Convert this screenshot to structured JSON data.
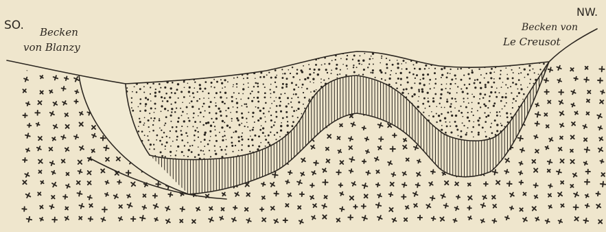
{
  "labels": {
    "left_direction": "SO.",
    "left_basin_line1": "Becken",
    "left_basin_line2": "von Blanzy",
    "right_direction": "NW.",
    "right_basin_line1": "Becken von",
    "right_basin_line2": "Le Creusot"
  },
  "colors": {
    "paper": "#efe6cd",
    "ink": "#2b2620",
    "lens": "#f1ead3"
  }
}
